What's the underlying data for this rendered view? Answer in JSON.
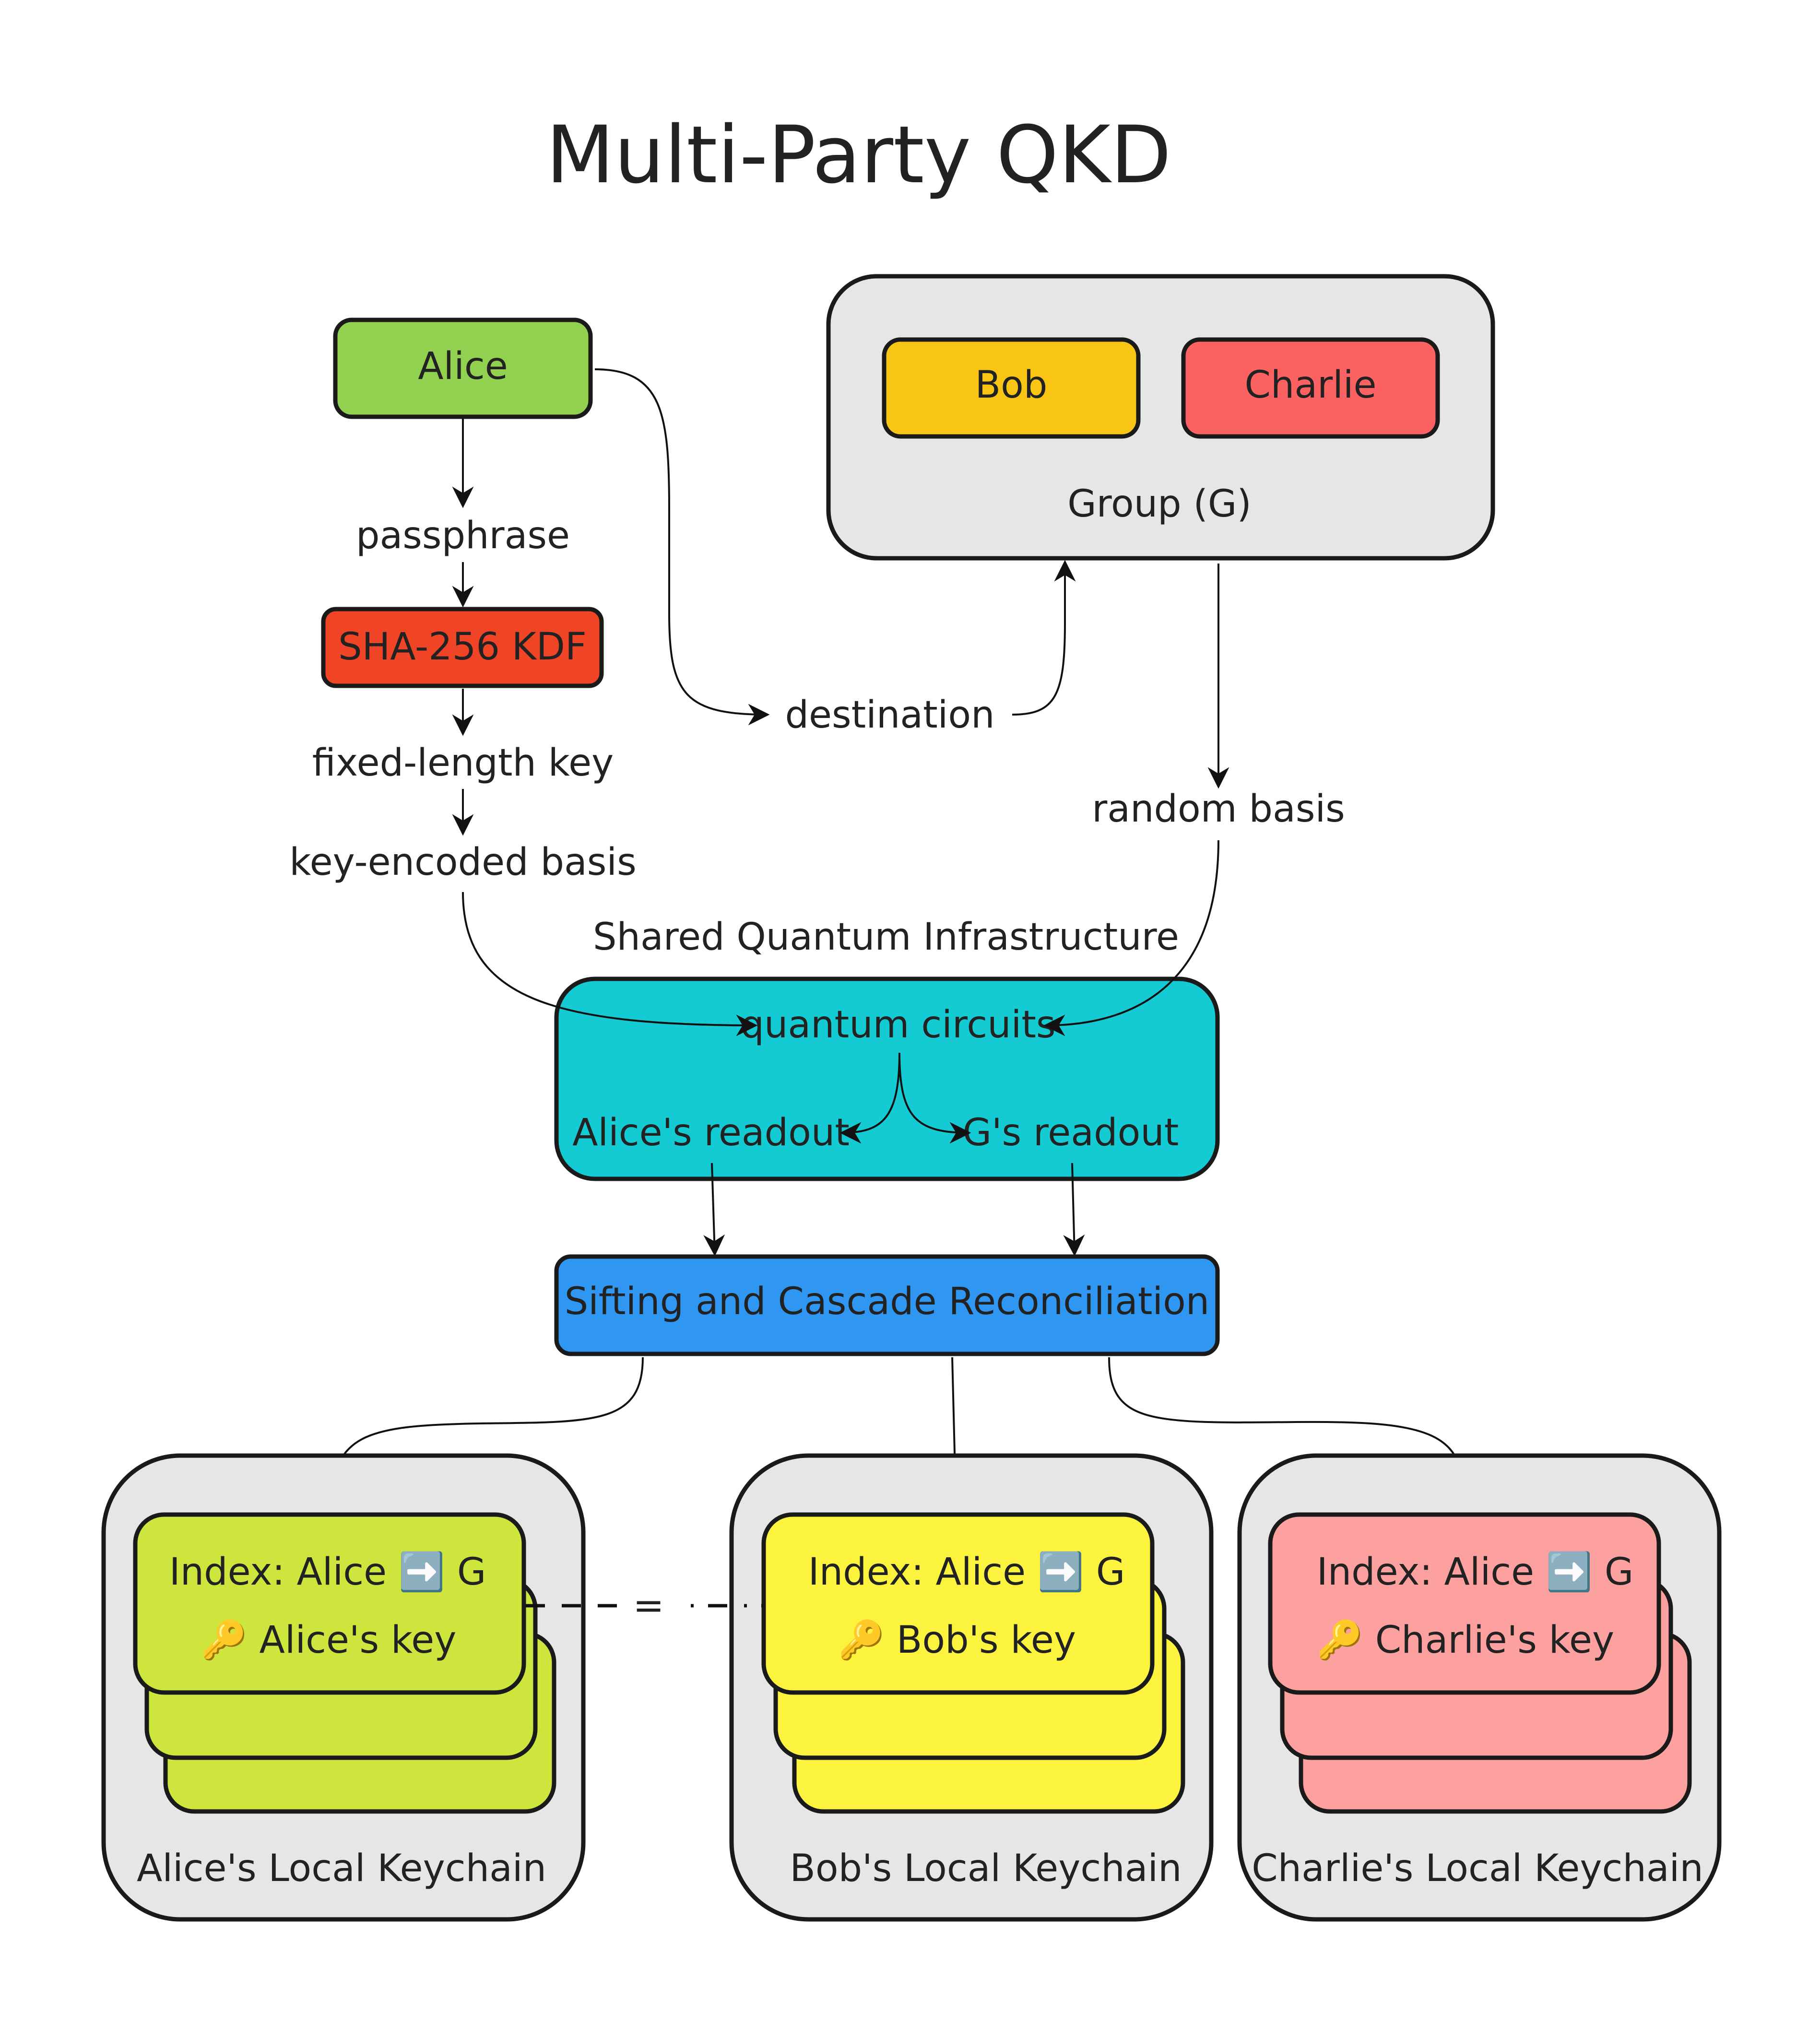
{
  "title": "Multi-Party QKD",
  "colors": {
    "alice": "#92d14f",
    "kdf": "#ef4426",
    "bob": "#f8c515",
    "charlie": "#fd6262",
    "group_bg": "#e6e6e6",
    "quantum": "#14cbd3",
    "sifting": "#2f96f1",
    "alice_key": "#cde53d",
    "bob_key": "#fbf33d",
    "charlie_key": "#fca0a0"
  },
  "nodes": {
    "alice": "Alice",
    "bob": "Bob",
    "charlie": "Charlie",
    "group": "Group (G)",
    "kdf": "SHA-256 KDF",
    "quantum_title": "Shared Quantum Infrastructure",
    "quantum_circuits": "quantum circuits",
    "alice_readout": "Alice's readout",
    "g_readout": "G's readout",
    "sifting": "Sifting and Cascade Reconciliation"
  },
  "edge_labels": {
    "passphrase": "passphrase",
    "fixed_length_key": "fixed-length key",
    "key_encoded_basis": "key-encoded basis",
    "destination": "destination",
    "random_basis": "random basis",
    "equals": "="
  },
  "keychains": [
    {
      "index": "Index: Alice ➡️ G",
      "key": "🔑 Alice's key",
      "title": "Alice's Local Keychain"
    },
    {
      "index": "Index: Alice ➡️ G",
      "key": "🔑 Bob's key",
      "title": "Bob's Local Keychain"
    },
    {
      "index": "Index: Alice ➡️ G",
      "key": "🔑 Charlie's key",
      "title": "Charlie's Local Keychain"
    }
  ]
}
